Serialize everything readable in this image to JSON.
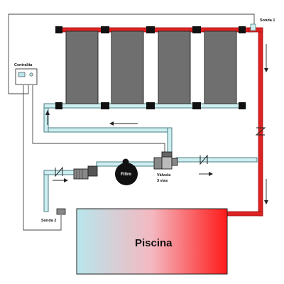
{
  "labels": {
    "sensor1": "Sonda 1",
    "sensor2": "Sonda 2",
    "controller": "Centralita",
    "filter": "Filtro",
    "valve_line1": "Válvula",
    "valve_line2": "3 vías",
    "pool": "Piscina"
  },
  "colors": {
    "hot_pipe": "#dd2222",
    "cold_pipe_fill": "#cfeef0",
    "cold_pipe_stroke": "#4a7f86",
    "panel": "#6f6f6f",
    "pool_cold": "#b8e6ec",
    "pool_hot": "#ff1a1a"
  },
  "panels": {
    "count": 4
  }
}
